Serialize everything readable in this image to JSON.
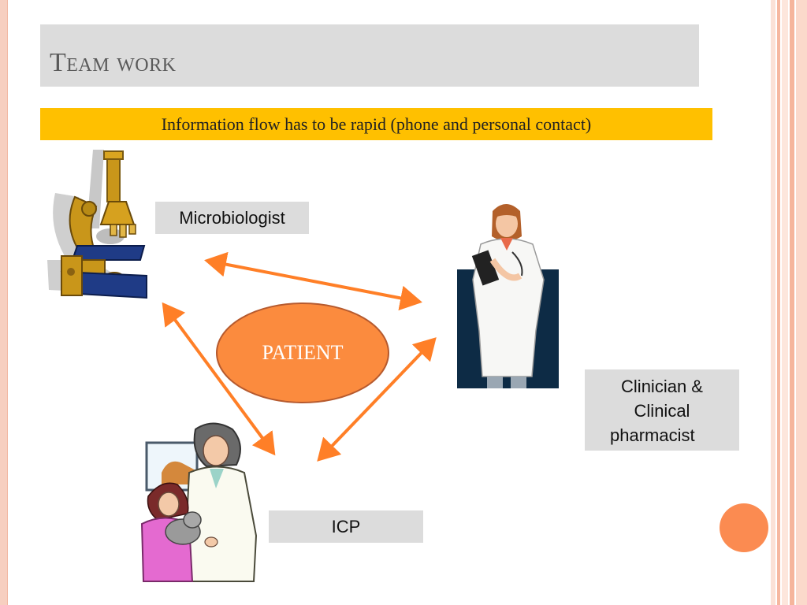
{
  "slide": {
    "title": "Team work",
    "banner": "Information flow has to be rapid (phone and personal contact)"
  },
  "nodes": {
    "center": "PATIENT",
    "microbiologist": "Microbiologist",
    "clinician_line1": "Clinician &",
    "clinician_line2": "Clinical",
    "clinician_line3": "pharmacist",
    "icp": "ICP"
  },
  "icons": {
    "microscope": "microscope-icon",
    "doctor": "doctor-icon",
    "nurse": "nurse-with-child-icon"
  },
  "colors": {
    "arrow": "#ff7f27",
    "patient_fill": "#fb8b3e",
    "banner": "#ffc000",
    "title_bar": "#dcdcdc",
    "accent_circle": "#fb8b51"
  }
}
